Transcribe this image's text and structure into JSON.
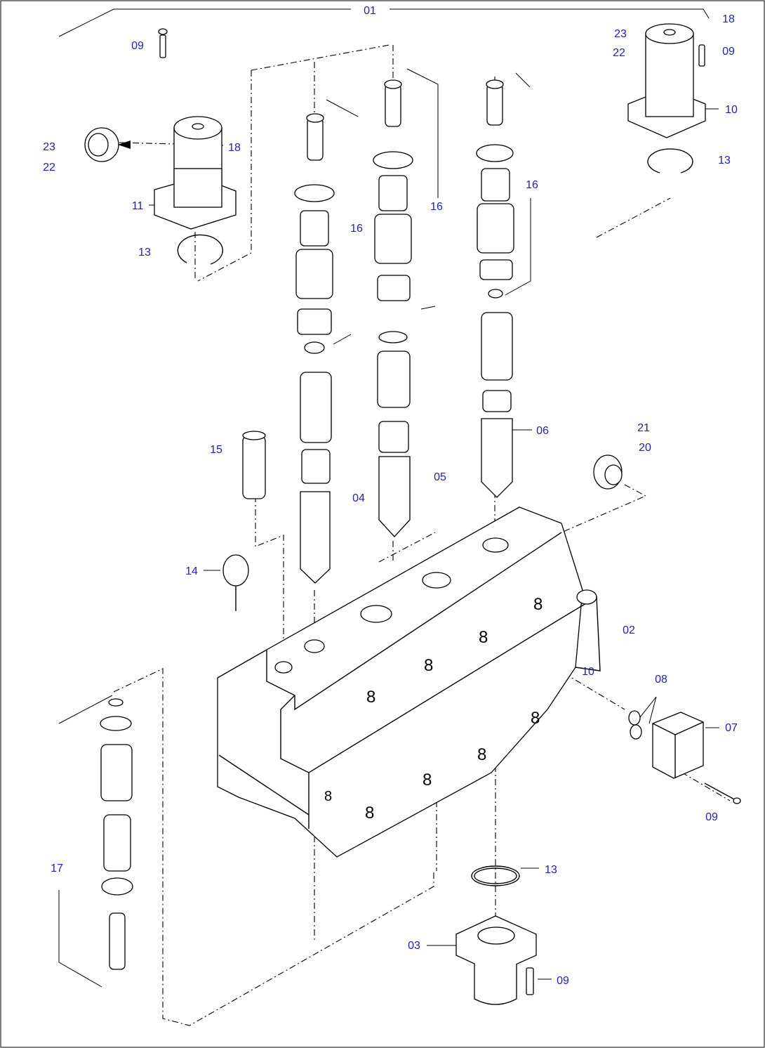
{
  "diagram": {
    "callout_color": "#1f20c8",
    "line_color": "#000000",
    "background": "#ffffff",
    "callouts": {
      "c01": "01",
      "c09_top_left": "09",
      "c23_left": "23",
      "c22_left": "22",
      "c18_left": "18",
      "c11": "11",
      "c13_left": "13",
      "c18_right": "18",
      "c23_right": "23",
      "c22_right": "22",
      "c09_top_right": "09",
      "c10_top": "10",
      "c13_right": "13",
      "c16_a": "16",
      "c16_b": "16",
      "c16_c": "16",
      "c15": "15",
      "c14": "14",
      "c04": "04",
      "c05": "05",
      "c06": "06",
      "c21": "21",
      "c20": "20",
      "c02": "02",
      "c10_mid": "10",
      "c08": "08",
      "c07": "07",
      "c09_right": "09",
      "c17": "17",
      "c13_bottom": "13",
      "c03": "03",
      "c09_bottom": "09"
    }
  }
}
